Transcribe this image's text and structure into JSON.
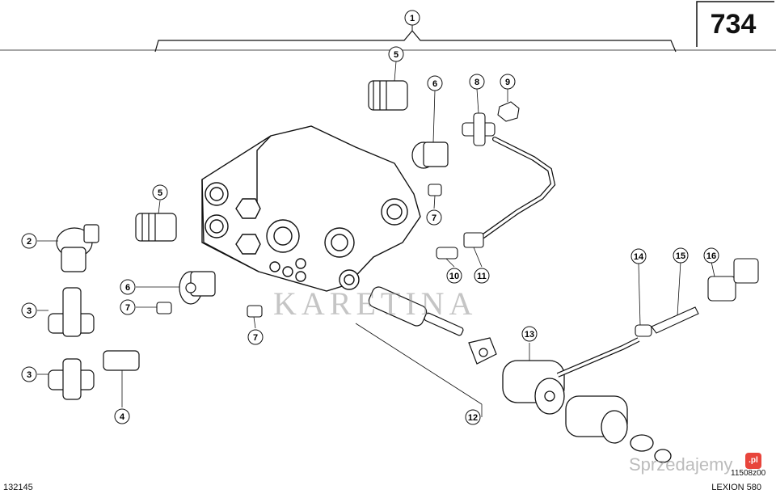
{
  "page_number": "734",
  "footer": {
    "left_code": "132145",
    "model": "LEXION 580",
    "drawing_code": "11508z00"
  },
  "watermark": {
    "text": "KARETINA",
    "site": "Sprzedajemy",
    "badge": ".pl"
  },
  "callouts": [
    "1",
    "2",
    "3",
    "3",
    "4",
    "5",
    "5",
    "6",
    "6",
    "7",
    "7",
    "7",
    "8",
    "9",
    "10",
    "11",
    "12",
    "13",
    "14",
    "15",
    "16"
  ],
  "colors": {
    "line": "#111111",
    "watermark": "#999999",
    "badge": "#e8453c"
  }
}
